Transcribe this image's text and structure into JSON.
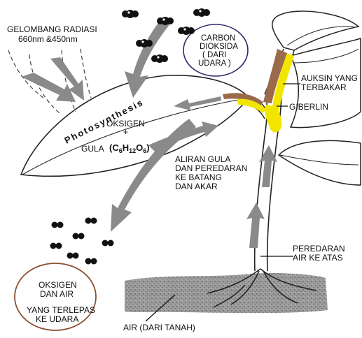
{
  "labels": {
    "radiation_line1": "GELOMBANG RADIASI",
    "radiation_line2": "660nm &450nm",
    "carbon_line1": "CARBON",
    "carbon_line2": "DIOKSIDA",
    "carbon_line3": "( DARI",
    "carbon_line4": "UDARA )",
    "photosynthesis": "Photosynthesis",
    "oxygen": "OKSIGEN",
    "plus": "+",
    "sugar": "GULA",
    "formula": "(C6H12O6)",
    "auxin_line1": "AUKSIN YANG",
    "auxin_line2": "TERBAKAR",
    "gibberellin": "GIBERLIN",
    "sugar_flow_line1": "ALIRAN GULA",
    "sugar_flow_line2": "DAN PEREDARAN",
    "sugar_flow_line3": "KE BATANG",
    "sugar_flow_line4": "DAN AKAR",
    "water_up_line1": "PEREDARAN",
    "water_up_line2": "AIR KE ATAS",
    "released_line1": "OKSIGEN",
    "released_line2": "DAN AIR",
    "released_line3": "YANG TERLEPAS",
    "released_line4": "KE UDARA",
    "soil_water": "AIR (DARI TANAH)"
  },
  "colors": {
    "auxin": "#9a6a4a",
    "gibberellin": "#f2e600",
    "arrow": "#8a8a8a",
    "molecule": "#111111",
    "circle_carbon": "#2b2b6b",
    "circle_oxygen": "#8a5030",
    "soil": "#777777"
  }
}
